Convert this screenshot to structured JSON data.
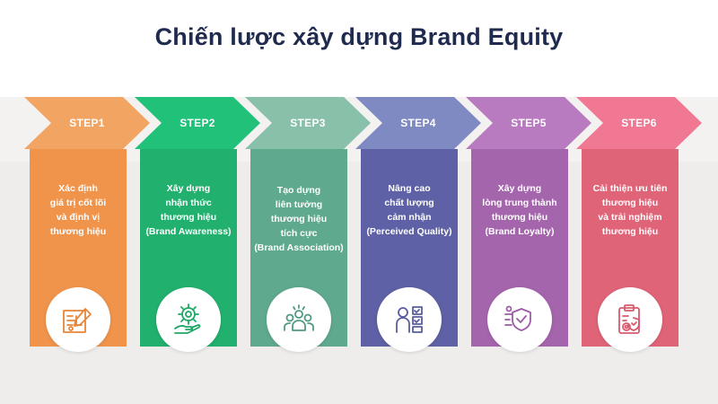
{
  "title": "Chiến lược xây dựng Brand Equity",
  "steps": [
    {
      "label": "STEP1",
      "lines": [
        "Xác định",
        "giá trị cốt lõi",
        "và định vị",
        "thương hiệu"
      ],
      "icon": "blueprint-pencil-icon",
      "arrow_color": "#f2a462",
      "card_color": "#f0944c",
      "icon_color": "#e8853a"
    },
    {
      "label": "STEP2",
      "lines": [
        "Xây dựng",
        "nhận thức",
        "thương hiệu",
        "(Brand Awareness)"
      ],
      "icon": "hand-gear-icon",
      "arrow_color": "#22c17a",
      "card_color": "#22b06f",
      "icon_color": "#1fa766"
    },
    {
      "label": "STEP3",
      "lines": [
        "Tạo dựng",
        "liên tưởng",
        "thương hiệu",
        "tích cực",
        "(Brand Association)"
      ],
      "icon": "people-group-icon",
      "arrow_color": "#88c0aa",
      "card_color": "#5fa98e",
      "icon_color": "#4f9b80"
    },
    {
      "label": "STEP4",
      "lines": [
        "Nâng cao",
        "chất lượng",
        "cảm nhận",
        "(Perceived Quality)"
      ],
      "icon": "quality-inspection-icon",
      "arrow_color": "#7f89c2",
      "card_color": "#5e61a5",
      "icon_color": "#5a5d9f"
    },
    {
      "label": "STEP5",
      "lines": [
        "Xây dựng",
        "lòng trung thành",
        "thương hiệu",
        "(Brand Loyalty)"
      ],
      "icon": "loyalty-shield-icon",
      "arrow_color": "#b87bc0",
      "card_color": "#a565ad",
      "icon_color": "#9c5ca5"
    },
    {
      "label": "STEP6",
      "lines": [
        "Cải thiện ưu tiên",
        "thương hiệu",
        "và trải nghiệm",
        "thương hiệu"
      ],
      "icon": "clipboard-gear-icon",
      "arrow_color": "#f07893",
      "card_color": "#e06478",
      "icon_color": "#d85a6e"
    }
  ]
}
